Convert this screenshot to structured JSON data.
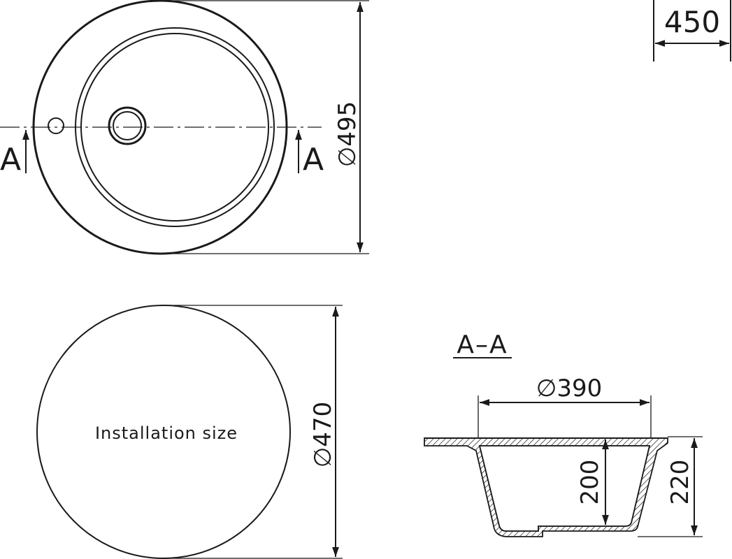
{
  "scale_box": {
    "text": "450"
  },
  "top_view": {
    "diameter_label": "∅495",
    "section_mark_left": "A",
    "section_mark_right": "A"
  },
  "cutout_view": {
    "diameter_label": "∅470",
    "center_label": "Installation size"
  },
  "section_view": {
    "title": "A–A",
    "bowl_diameter_label": "∅390",
    "inner_depth_label": "200",
    "total_depth_label": "220"
  }
}
